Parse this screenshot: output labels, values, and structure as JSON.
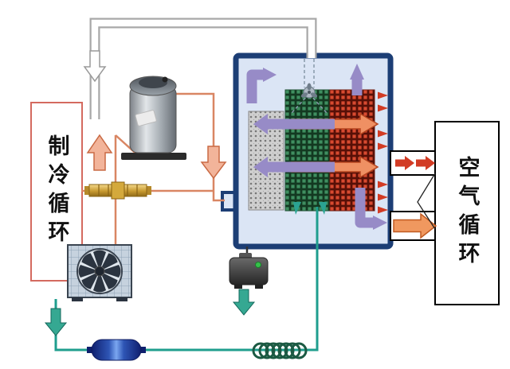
{
  "labels": {
    "left": "制冷循环",
    "right": "空气循环"
  },
  "colors": {
    "hot_refrigerant_pipe": "#d98663",
    "hot_refrigerant_arrow": "#f2b49a",
    "cold_refrigerant_pipe": "#1f9e8e",
    "air_flow_purple": "#978bc7",
    "hot_air_red": "#d23b24",
    "box_border_navy": "#1c3e75",
    "box_fill_blue": "#dbe5f5",
    "evaporator_green": "#3f8f60",
    "condenser_red": "#d84a30",
    "valve_brass": "#d4a93c",
    "left_label_border": "#d46a5f",
    "return_duct_gray": "#a8a8a8"
  },
  "components": [
    "return-air-duct",
    "compressor",
    "expansion-valve",
    "condenser-fan-unit",
    "air-handling-unit",
    "filter-mesh",
    "evaporator-coil",
    "condenser-coil",
    "spray-nozzle",
    "drain-pump",
    "filter-drier",
    "capillary-coil",
    "outlet-duct-upper",
    "outlet-duct-lower"
  ]
}
